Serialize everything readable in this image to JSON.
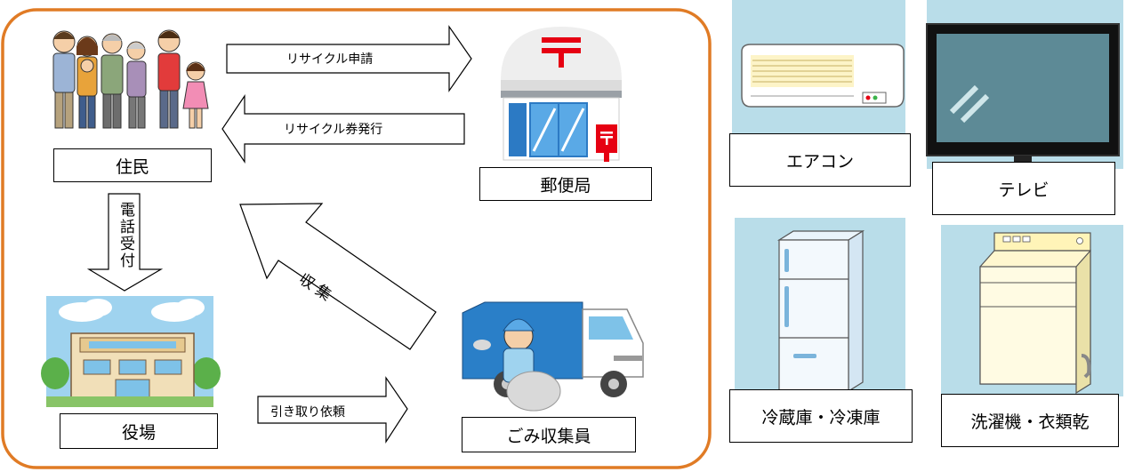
{
  "flow": {
    "resident": "住民",
    "post_office": "郵便局",
    "town_office": "役場",
    "collector": "ごみ収集員",
    "arrow_recycle_apply": "リサイクル申請",
    "arrow_ticket_issue": "リサイクル券発行",
    "arrow_phone": "電話受付",
    "arrow_collect": "収 集",
    "arrow_pickup_request": "引き取り依頼"
  },
  "appliances": [
    {
      "label": "エアコン",
      "icon": "air-conditioner-icon"
    },
    {
      "label": "テレビ",
      "icon": "tv-icon"
    },
    {
      "label": "冷蔵庫・冷凍庫",
      "icon": "refrigerator-icon"
    },
    {
      "label": "洗濯機・衣類乾",
      "icon": "washing-machine-icon"
    }
  ],
  "colors": {
    "frame": "#e07b25",
    "tile_bg": "#b9dde9",
    "postal_red": "#e60012",
    "truck_blue": "#2a7fc8"
  }
}
